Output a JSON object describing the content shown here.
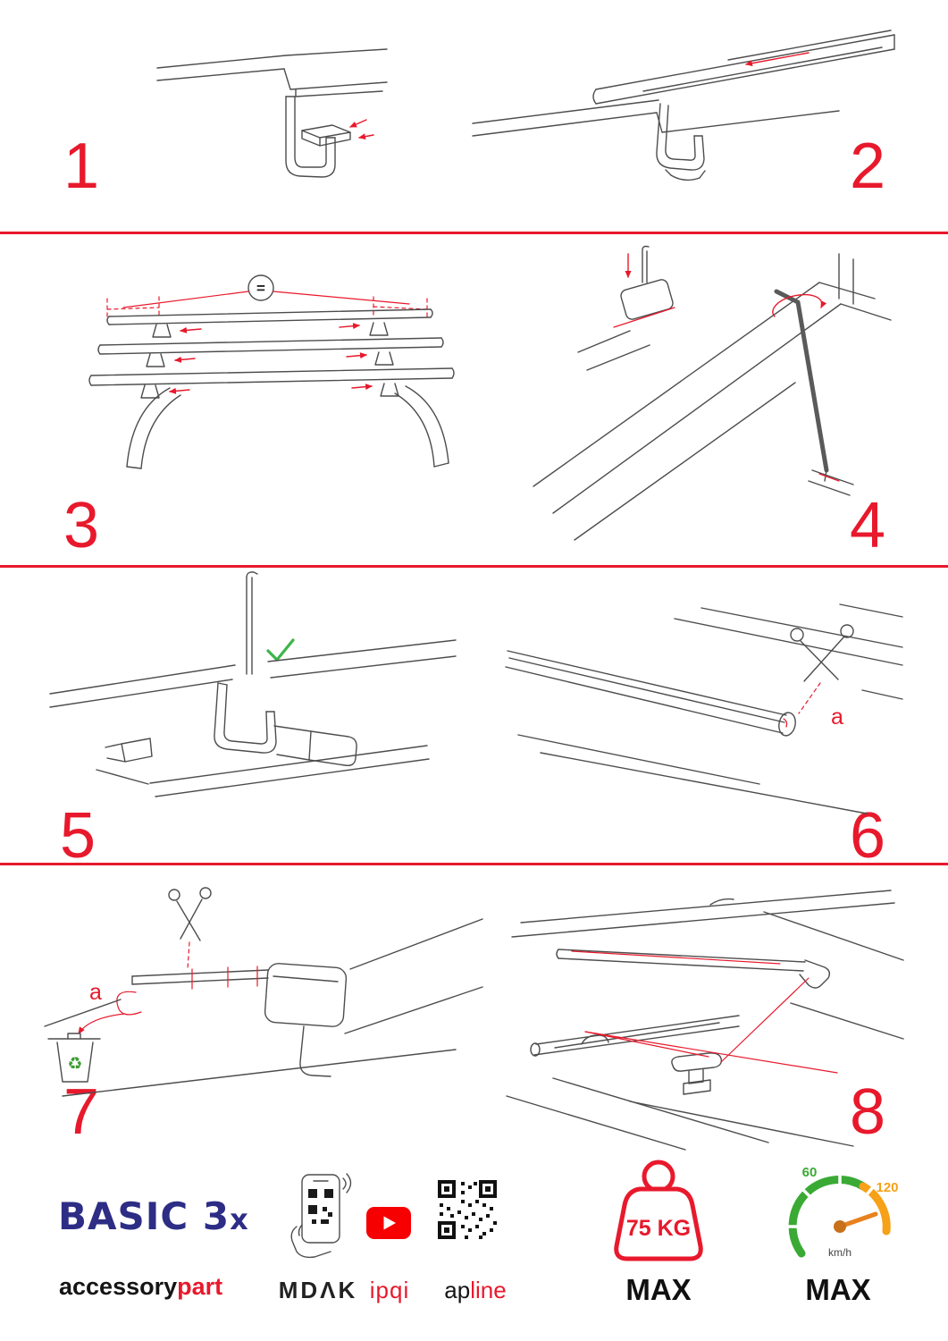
{
  "page": {
    "accent": "#e8192c",
    "navy": "#2d2d86"
  },
  "steps": {
    "n1": "1",
    "n2": "2",
    "n3": "3",
    "n4": "4",
    "n5": "5",
    "n6": "6",
    "n7": "7",
    "n8": "8"
  },
  "annotations": {
    "equal": "=",
    "a6": "a",
    "a7": "a",
    "recycle": "♻"
  },
  "footer": {
    "product": "BASIC 3",
    "qty": "x",
    "brand_black": "accessory",
    "brand_red": "part",
    "mdak": "MDΛK",
    "ipqi": "ipqi",
    "ap": "ap",
    "line": "line",
    "weight": "75 KG",
    "weight_max": "MAX",
    "speed_low": "60",
    "speed_high": "120",
    "speed_unit": "km/h",
    "speed_max": "MAX"
  }
}
